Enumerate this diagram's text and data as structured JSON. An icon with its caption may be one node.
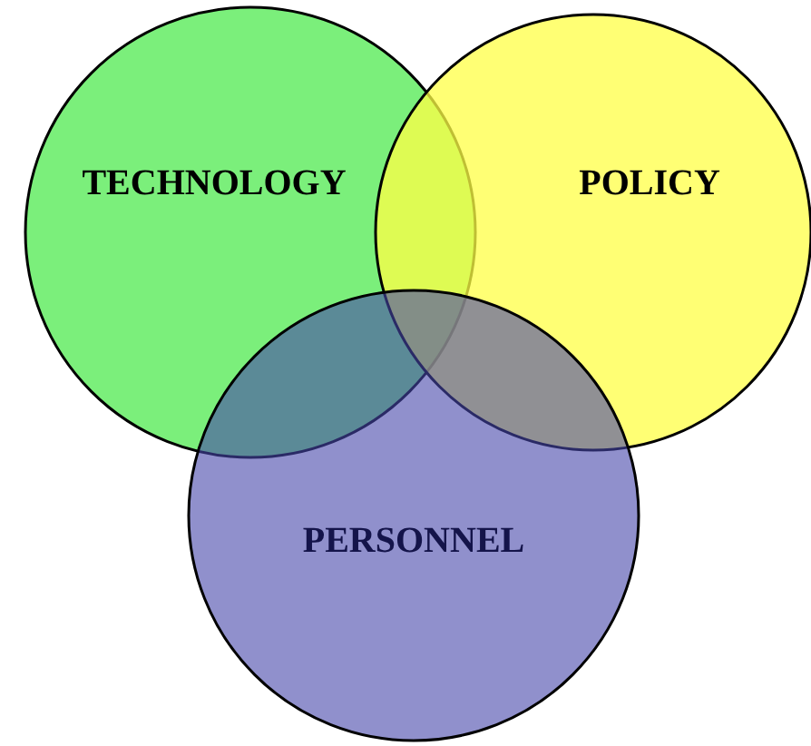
{
  "diagram": {
    "nodes": [
      {
        "text": [
          "TECHNOLOGY"
        ]
      },
      {
        "text": [
          "POLICY"
        ]
      },
      {
        "text": [
          "PERSONNEL"
        ]
      }
    ]
  }
}
